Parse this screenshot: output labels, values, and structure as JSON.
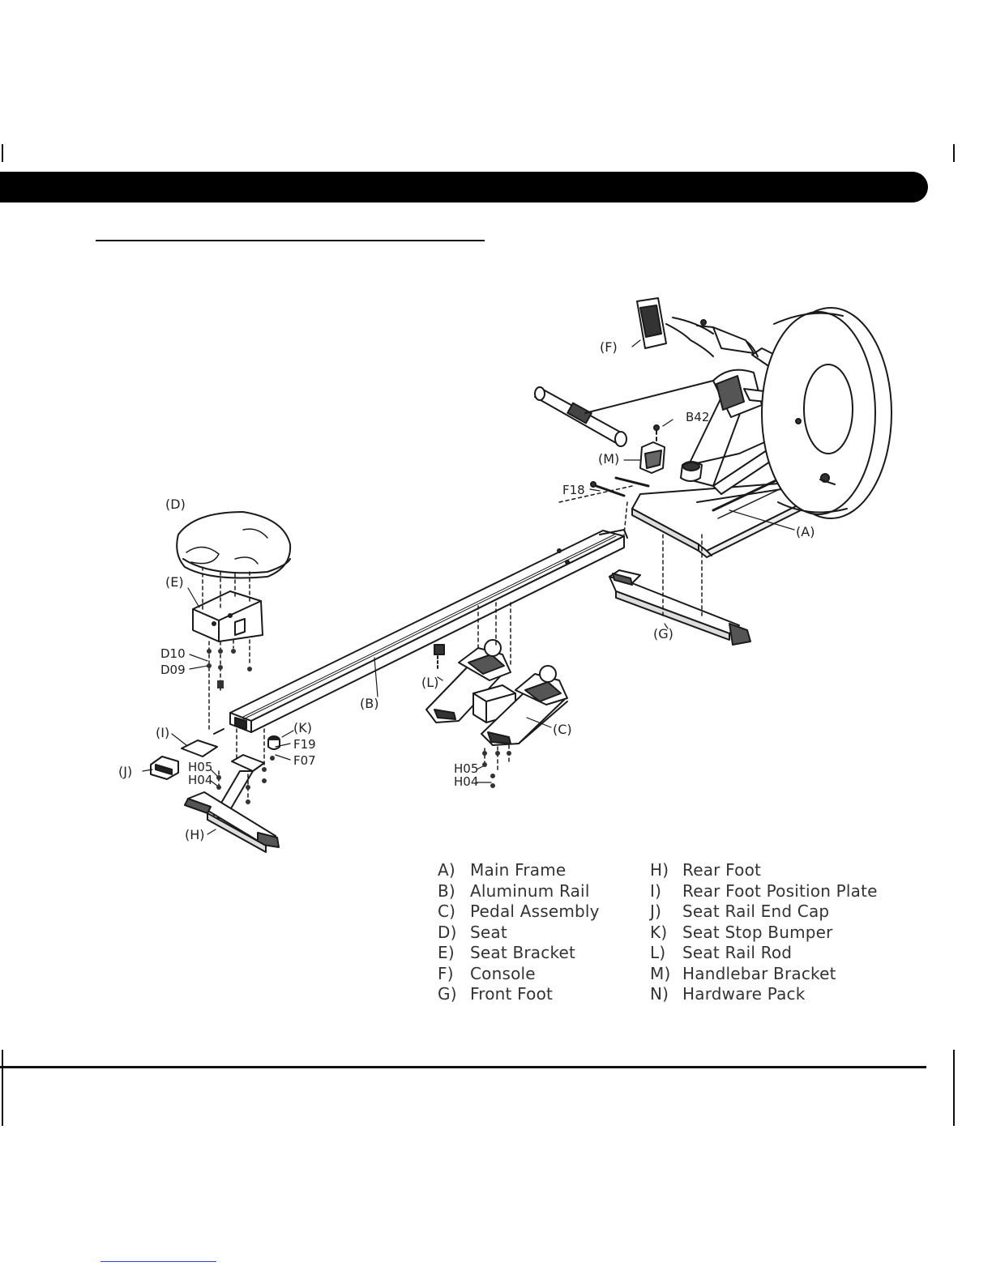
{
  "callouts": {
    "A": "(A)",
    "B": "(B)",
    "C": "(C)",
    "D": "(D)",
    "E": "(E)",
    "F": "(F)",
    "G": "(G)",
    "H": "(H)",
    "I": "(I)",
    "J": "(J)",
    "K": "(K)",
    "L": "(L)",
    "M": "(M)"
  },
  "hardware_labels": {
    "B42": "B42",
    "F18": "F18",
    "D10": "D10",
    "D09": "D09",
    "F19": "F19",
    "F07": "F07",
    "H05_left": "H05",
    "H04_left": "H04",
    "H05_right": "H05",
    "H04_right": "H04"
  },
  "parts_legend": {
    "left_column": [
      {
        "letter": "A)",
        "name": "Main Frame"
      },
      {
        "letter": "B)",
        "name": "Aluminum Rail"
      },
      {
        "letter": "C)",
        "name": "Pedal Assembly"
      },
      {
        "letter": "D)",
        "name": "Seat"
      },
      {
        "letter": "E)",
        "name": "Seat Bracket"
      },
      {
        "letter": "F)",
        "name": "Console"
      },
      {
        "letter": "G)",
        "name": "Front Foot"
      }
    ],
    "right_column": [
      {
        "letter": "H)",
        "name": "Rear Foot"
      },
      {
        "letter": "I)",
        "name": "Rear Foot Position Plate"
      },
      {
        "letter": "J)",
        "name": "Seat Rail End Cap"
      },
      {
        "letter": "K)",
        "name": "Seat Stop Bumper"
      },
      {
        "letter": "L)",
        "name": "Seat Rail Rod"
      },
      {
        "letter": "M)",
        "name": "Handlebar Bracket"
      },
      {
        "letter": "N)",
        "name": "Hardware Pack"
      }
    ]
  },
  "colors": {
    "ink": "#111111",
    "link": "#3344cc"
  }
}
